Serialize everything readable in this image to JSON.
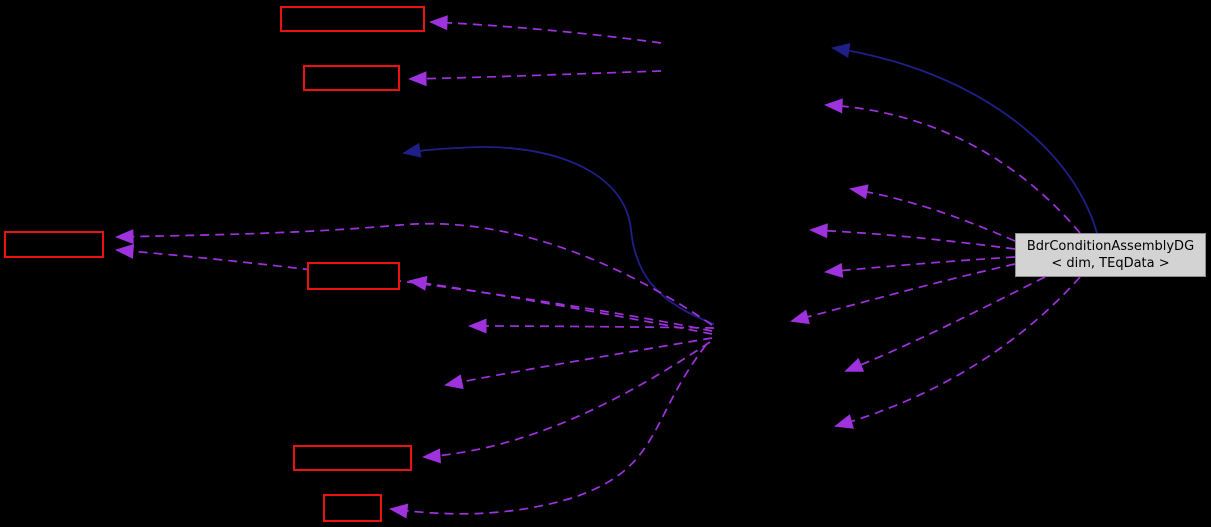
{
  "diagram": {
    "type": "collaboration-graph",
    "labeled_node": {
      "line1": "BdrConditionAssemblyDG",
      "line2": "< dim, TEqData >"
    },
    "colors": {
      "background": "#000000",
      "unlabeled_node_border": "#ee1111",
      "usage_edge": "#9e32dc",
      "inheritance_edge": "#1f1f85",
      "labeled_node_bg": "#d3d3d3",
      "labeled_node_text": "#000000"
    }
  }
}
